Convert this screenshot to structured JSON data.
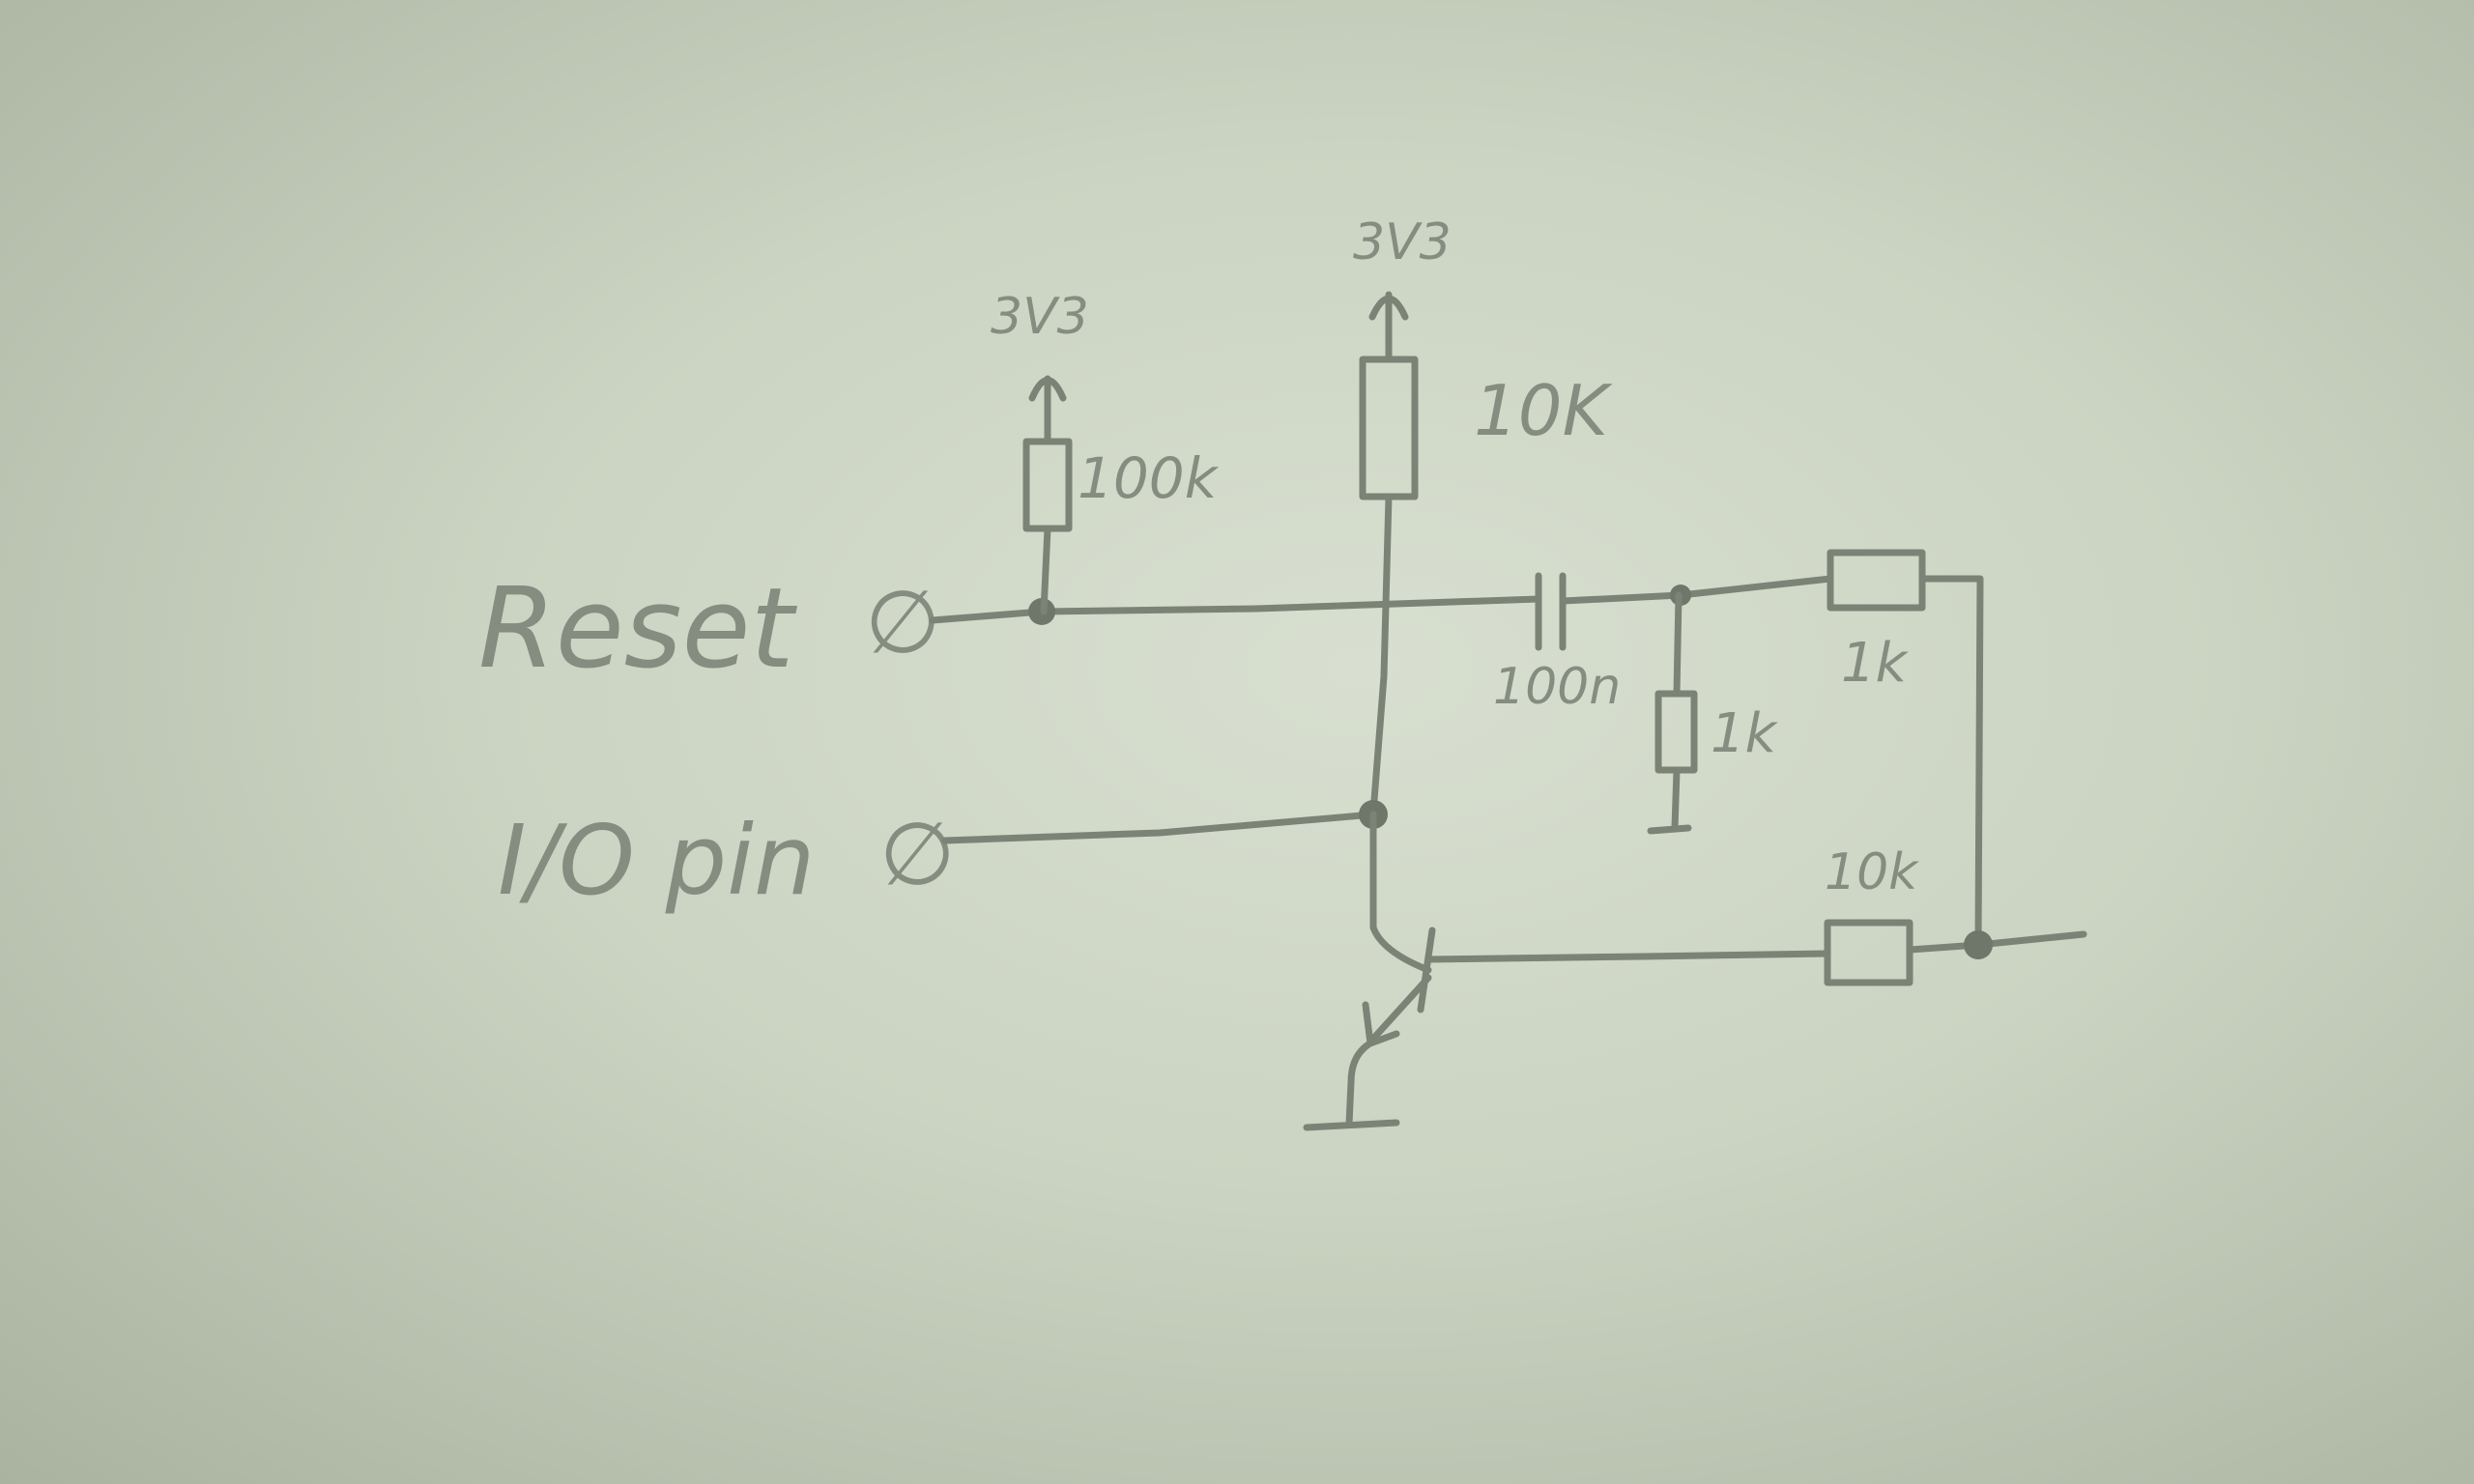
{
  "diagram": {
    "title_inputs": {
      "reset_label": "Reset",
      "io_pin_label": "I/O pin",
      "terminal_symbol": "∅"
    },
    "supplies": {
      "left_supply": "3V3",
      "center_supply": "3V3"
    },
    "components": {
      "r_pullup_reset": "100k",
      "r_pullup_collector": "10K",
      "c_coupling": "100n",
      "r_shunt": "1k",
      "r_series": "1k",
      "r_base": "10k"
    },
    "colors": {
      "paper": "#cbd3c2",
      "ink": "#7b8376"
    }
  }
}
